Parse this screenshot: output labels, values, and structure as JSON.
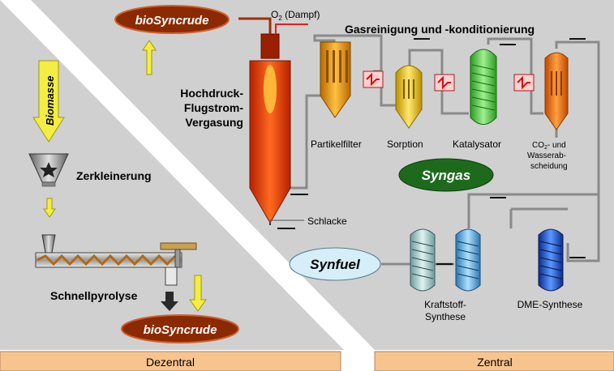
{
  "diagram": {
    "colors": {
      "background": "#d0d0d0",
      "diagonal_band": "#ffffff",
      "footer_bar": "#f8c48e",
      "biosyncrude_oval": "#8b2a00",
      "syngas_oval": "#1d6a1d",
      "synfuel_oval": "#d6eef8",
      "arrow_yellow": "#f4ee42",
      "arrow_dark": "#2a2a2a",
      "pipe": "#8a8a8a",
      "gasifier": "#e03a10",
      "filter": "#e69a10",
      "sorption": "#f0c830",
      "catalyst": "#5ed050",
      "co2_sep": "#f07818",
      "hx": "#e03030",
      "kraftstoff": "#aacccc",
      "kraftstoff2": "#70b8e0",
      "dme": "#1e5ad0",
      "o2_line": "#e02020"
    },
    "labels": {
      "biosyncrude_top": "bioSyncrude",
      "biosyncrude_bottom": "bioSyncrude",
      "o2_base": "O",
      "o2_sub": "2",
      "o2_rest": " (Dampf)",
      "gas_cleaning": "Gasreinigung und -konditionierung",
      "gasifier_line1": "Hochdruck-",
      "gasifier_line2": "Flugstrom-",
      "gasifier_line3": "Vergasung",
      "particle_filter": "Partikelfilter",
      "sorption": "Sorption",
      "catalyst": "Katalysator",
      "co2_line1_base": "CO",
      "co2_line1_sub": "2",
      "co2_line1_rest": "- und",
      "co2_line2": "Wasserab-",
      "co2_line3": "scheidung",
      "syngas": "Syngas",
      "slag": "Schlacke",
      "biomass": "Biomasse",
      "crushing": "Zerkleinerung",
      "fast_pyrolysis": "Schnellpyrolyse",
      "synfuel": "Synfuel",
      "fuel_synth_line1": "Kraftstoff-",
      "fuel_synth_line2": "Synthese",
      "dme_synth": "DME-Synthese",
      "decentral": "Dezentral",
      "central": "Zentral"
    }
  }
}
